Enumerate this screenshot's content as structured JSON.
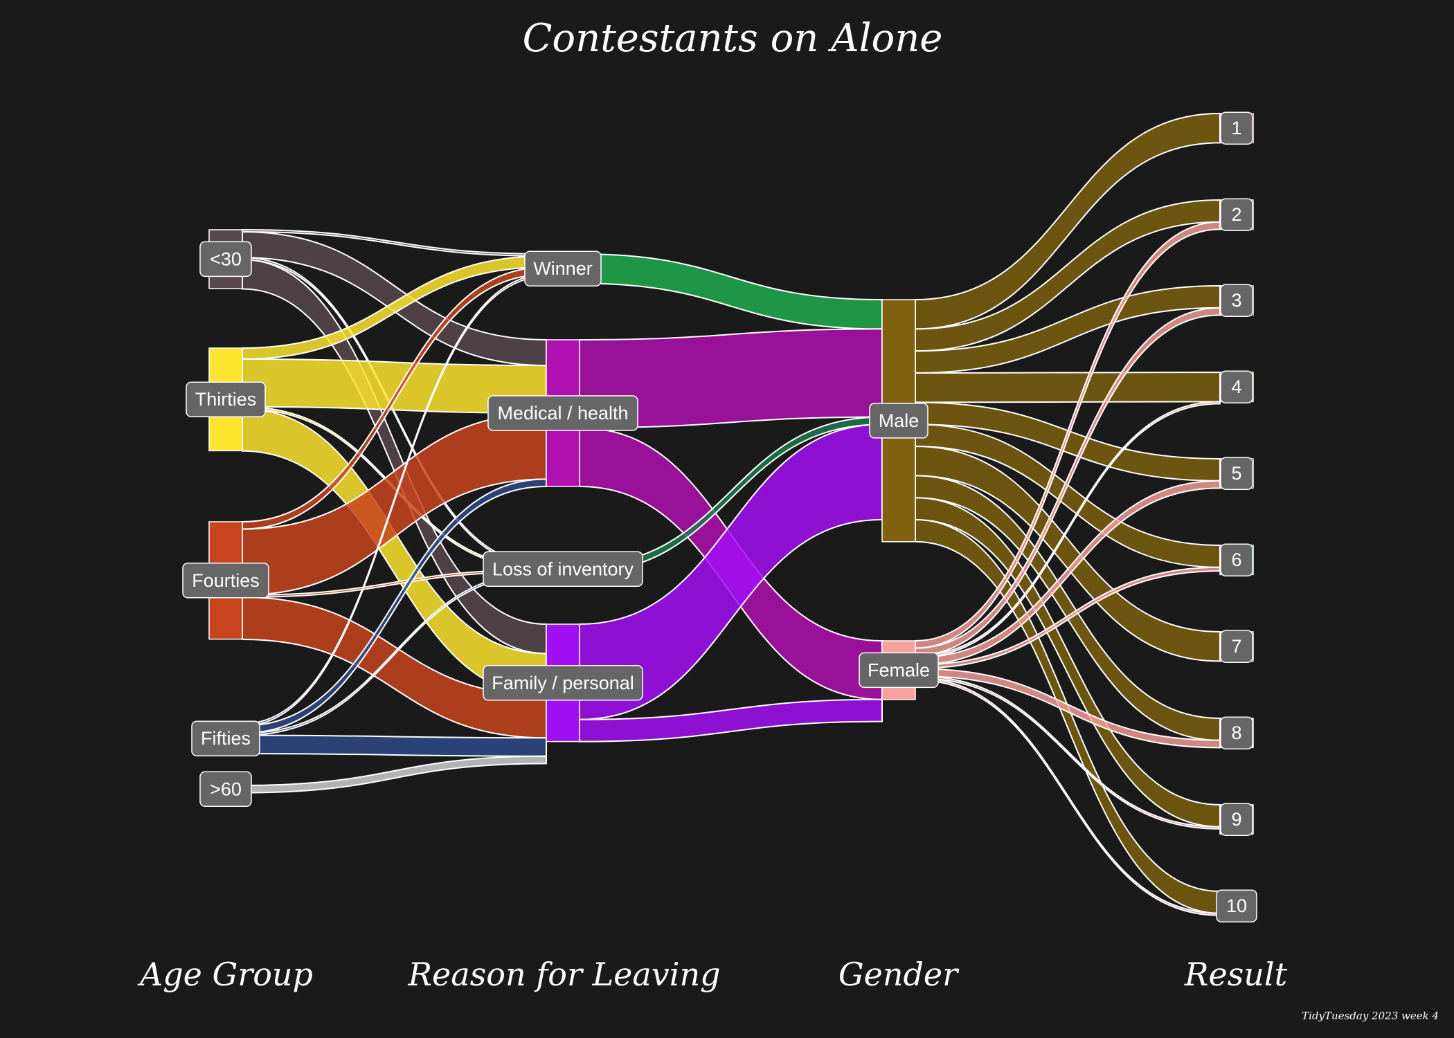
{
  "title": "Contestants on Alone",
  "caption": "TidyTuesday 2023 week 4",
  "chart_data": {
    "type": "sankey",
    "title": "Contestants on Alone",
    "axes": [
      "Age Group",
      "Reason for Leaving",
      "Gender",
      "Result"
    ],
    "nodes": [
      {
        "id": "u30",
        "label": "<30",
        "axis": 0,
        "value": 8,
        "color": "#57494d"
      },
      {
        "id": "thirties",
        "label": "Thirties",
        "axis": 0,
        "value": 14,
        "color": "#fde52f"
      },
      {
        "id": "forties",
        "label": "Fourties",
        "axis": 0,
        "value": 16,
        "color": "#c7441e"
      },
      {
        "id": "fifties",
        "label": "Fifties",
        "axis": 0,
        "value": 4,
        "color": "#2e4a86"
      },
      {
        "id": "sixty",
        "label": ">60",
        "axis": 0,
        "value": 1,
        "color": "#cfcfcf"
      },
      {
        "id": "winner",
        "label": "Winner",
        "axis": 1,
        "value": 4,
        "color": "#21ad4d"
      },
      {
        "id": "medical",
        "label": "Medical / health",
        "axis": 1,
        "value": 20,
        "color": "#b010b0"
      },
      {
        "id": "inventory",
        "label": "Loss of inventory",
        "axis": 1,
        "value": 1,
        "color": "#1e7a4f"
      },
      {
        "id": "family",
        "label": "Family / personal",
        "axis": 1,
        "value": 16,
        "color": "#a30ff5"
      },
      {
        "id": "male",
        "label": "Male",
        "axis": 2,
        "value": 33,
        "color": "#7f6110"
      },
      {
        "id": "female",
        "label": "Female",
        "axis": 2,
        "value": 8,
        "color": "#f9a09c"
      },
      {
        "id": "r1",
        "label": "1",
        "axis": 3,
        "value": 4,
        "color": "#e4202f"
      },
      {
        "id": "r2",
        "label": "2",
        "axis": 3,
        "value": 4,
        "color": "#22dd55"
      },
      {
        "id": "r3",
        "label": "3",
        "axis": 3,
        "value": 4,
        "color": "#3366dd"
      },
      {
        "id": "r4",
        "label": "4",
        "axis": 3,
        "value": 4,
        "color": "#f0a020"
      },
      {
        "id": "r5",
        "label": "5",
        "axis": 3,
        "value": 4,
        "color": "#d01a80"
      },
      {
        "id": "r6",
        "label": "6",
        "axis": 3,
        "value": 4,
        "color": "#33e0c0"
      },
      {
        "id": "r7",
        "label": "7",
        "axis": 3,
        "value": 4,
        "color": "#a0b020"
      },
      {
        "id": "r8",
        "label": "8",
        "axis": 3,
        "value": 4,
        "color": "#cccccc"
      },
      {
        "id": "r9",
        "label": "9",
        "axis": 3,
        "value": 4,
        "color": "#cccccc"
      },
      {
        "id": "r10",
        "label": "10",
        "axis": 3,
        "value": 4,
        "color": "#cccccc"
      }
    ],
    "links": [
      {
        "source": "u30",
        "target": "winner",
        "value": 0.25
      },
      {
        "source": "u30",
        "target": "medical",
        "value": 3.5
      },
      {
        "source": "u30",
        "target": "inventory",
        "value": 0.25
      },
      {
        "source": "u30",
        "target": "family",
        "value": 4
      },
      {
        "source": "thirties",
        "target": "winner",
        "value": 1.5
      },
      {
        "source": "thirties",
        "target": "medical",
        "value": 6.5
      },
      {
        "source": "thirties",
        "target": "inventory",
        "value": 0.25
      },
      {
        "source": "thirties",
        "target": "family",
        "value": 5.75
      },
      {
        "source": "forties",
        "target": "winner",
        "value": 1
      },
      {
        "source": "forties",
        "target": "medical",
        "value": 9
      },
      {
        "source": "forties",
        "target": "inventory",
        "value": 0.25
      },
      {
        "source": "forties",
        "target": "family",
        "value": 5.75
      },
      {
        "source": "fifties",
        "target": "winner",
        "value": 0.25
      },
      {
        "source": "fifties",
        "target": "medical",
        "value": 1
      },
      {
        "source": "fifties",
        "target": "inventory",
        "value": 0.25
      },
      {
        "source": "fifties",
        "target": "family",
        "value": 2.5
      },
      {
        "source": "sixty",
        "target": "family",
        "value": 1
      },
      {
        "source": "winner",
        "target": "male",
        "value": 4
      },
      {
        "source": "medical",
        "target": "male",
        "value": 12
      },
      {
        "source": "medical",
        "target": "female",
        "value": 8
      },
      {
        "source": "inventory",
        "target": "male",
        "value": 1
      },
      {
        "source": "family",
        "target": "male",
        "value": 13
      },
      {
        "source": "family",
        "target": "female",
        "value": 3
      },
      {
        "source": "male",
        "target": "r1",
        "value": 4
      },
      {
        "source": "male",
        "target": "r2",
        "value": 3
      },
      {
        "source": "male",
        "target": "r3",
        "value": 3
      },
      {
        "source": "male",
        "target": "r4",
        "value": 4
      },
      {
        "source": "male",
        "target": "r5",
        "value": 3
      },
      {
        "source": "male",
        "target": "r6",
        "value": 3
      },
      {
        "source": "male",
        "target": "r7",
        "value": 4
      },
      {
        "source": "male",
        "target": "r8",
        "value": 3
      },
      {
        "source": "male",
        "target": "r9",
        "value": 3
      },
      {
        "source": "male",
        "target": "r10",
        "value": 3
      },
      {
        "source": "female",
        "target": "r2",
        "value": 1
      },
      {
        "source": "female",
        "target": "r3",
        "value": 1
      },
      {
        "source": "female",
        "target": "r4",
        "value": 0.25
      },
      {
        "source": "female",
        "target": "r5",
        "value": 1
      },
      {
        "source": "female",
        "target": "r6",
        "value": 0.5
      },
      {
        "source": "female",
        "target": "r8",
        "value": 1
      },
      {
        "source": "female",
        "target": "r9",
        "value": 0.25
      },
      {
        "source": "female",
        "target": "r10",
        "value": 0.25
      }
    ]
  }
}
